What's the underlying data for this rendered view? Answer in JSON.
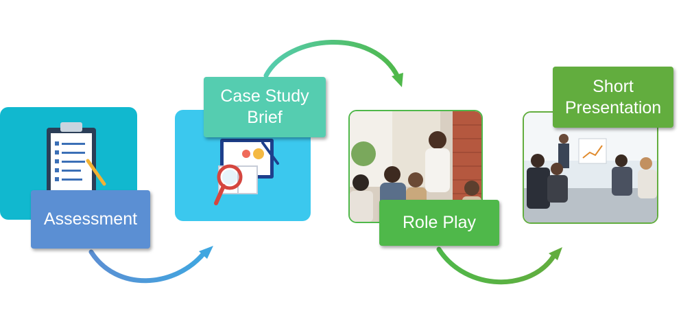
{
  "steps": [
    {
      "label": "Assessment",
      "image": "clipboard-checklist-icon"
    },
    {
      "label": "Case Study\nBrief",
      "image": "magnifier-book-monitor-icon"
    },
    {
      "label": "Role Play",
      "image": "presenter-group-photo"
    },
    {
      "label": "Short\nPresentation",
      "image": "business-meeting-photo"
    }
  ],
  "colors": {
    "assessment_card": "#11b8cf",
    "assessment_label": "#5b8fd3",
    "case_card": "#3bc8ee",
    "case_label": "#55cdb0",
    "roleplay_label": "#4fb84a",
    "presentation_label": "#62ad3e",
    "arrow_blue": "#5b8fd3",
    "arrow_green": "#5fc57d",
    "arrow_green_dark": "#6aad3f"
  }
}
